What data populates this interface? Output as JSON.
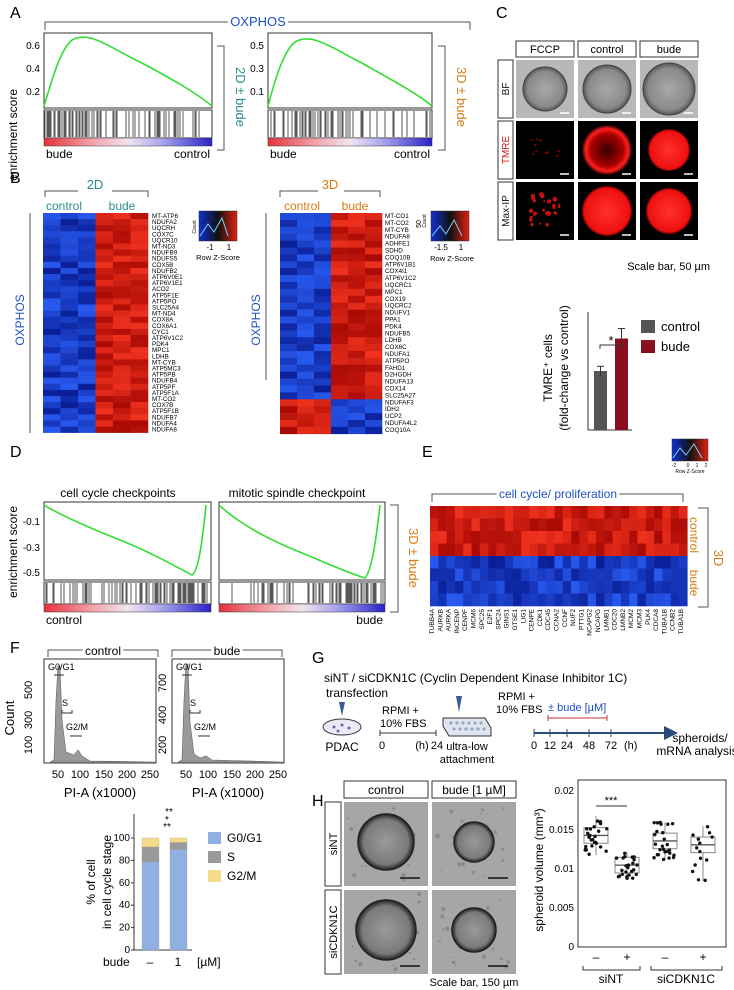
{
  "panels": {
    "A": "A",
    "B": "B",
    "C": "C",
    "D": "D",
    "E": "E",
    "F": "F",
    "G": "G",
    "H": "H"
  },
  "colors": {
    "blue_label": "#1f4fc8",
    "teal": "#2a8c8c",
    "orange": "#d97a14",
    "red": "#d81818",
    "gsea_line": "#33dd33",
    "dark_red": "#8a1020",
    "dark_gray": "#555555"
  },
  "panelA": {
    "title": "OXPHOS",
    "ylabel": "enrichment score",
    "left_ticks": [
      "0.6",
      "0.4",
      "0.2"
    ],
    "right_ticks": [
      "0.5",
      "0.3",
      "0.1"
    ],
    "label_2d": "2D ± bude",
    "label_3d": "3D ± bude",
    "x_left": "bude",
    "x_right": "control"
  },
  "panelB": {
    "title_2d": "2D",
    "title_3d": "3D",
    "col_control": "control",
    "col_bude": "bude",
    "side_label": "OXPHOS",
    "genes_2d": [
      "MT-ATP6",
      "NDUFA2",
      "UQCRH",
      "COX7C",
      "UQCR10",
      "MT-ND3",
      "NDUFB9",
      "NDUFS5",
      "COX5B",
      "NDUFB2",
      "ATP6V0E1",
      "ATP6V1E1",
      "ACO2",
      "ATP5F1E",
      "ATP5PO",
      "SLC25A4",
      "MT-ND4",
      "COX8A",
      "COX6A1",
      "CYC1",
      "ATP6V1C2",
      "PDK4",
      "MPC1",
      "LDHB",
      "MT-CYB",
      "ATP5MC3",
      "ATP5PB",
      "NDUFB4",
      "ATP5PF",
      "ATP5F1A",
      "MT-CO2",
      "COX7B",
      "ATP5F1B",
      "NDUFB7",
      "NDUFA4",
      "NDUFA8"
    ],
    "genes_3d": [
      "MT-CO1",
      "MT-CO2",
      "MT-CYB",
      "NDUFA8",
      "ADHFE1",
      "SDHD",
      "COQ10B",
      "ATP6V1B1",
      "COX4I1",
      "ATP6V1C2",
      "UQCRC1",
      "MPC1",
      "COX19",
      "UQCRC2",
      "NDUFV1",
      "PPA1",
      "PDK4",
      "NDUFB5",
      "LDHB",
      "COX6C",
      "NDUFA1",
      "ATP5PO",
      "FAHD1",
      "D2HGDH",
      "NDUFA13",
      "COX14",
      "SLC25A27",
      "NDUFAF3",
      "IDH2",
      "UCP2",
      "NDUFA4L2",
      "COQ10A"
    ],
    "key_2d": {
      "count": "Count",
      "ticks": [
        "-1",
        "1"
      ],
      "label": "Row Z-Score"
    },
    "key_3d": {
      "count": "Count",
      "count_tick": "50",
      "ticks": [
        "-1.5",
        "1"
      ],
      "label": "Row Z-Score"
    }
  },
  "panelC": {
    "cols": [
      "FCCP",
      "control",
      "bude"
    ],
    "rows": [
      "BF",
      "TMRE",
      "Max-IP"
    ],
    "scalebar": "Scale bar, 50 µm",
    "ylabel1": "TMRE⁺ cells",
    "ylabel2": "(fold-change vs control)",
    "sig": "*",
    "legend": [
      "control",
      "bude"
    ]
  },
  "panelD": {
    "ylabel": "enrichment score",
    "title_left": "cell cycle checkpoints",
    "title_right": "mitotic spindle checkpoint",
    "ticks": [
      "-0.1",
      "-0.3",
      "-0.5"
    ],
    "side": "3D ± bude",
    "x_left": "control",
    "x_right": "bude"
  },
  "panelE": {
    "title": "cell cycle/ proliferation",
    "rows": [
      "control",
      "bude"
    ],
    "side": "3D",
    "genes": [
      "TUBB4A",
      "AURKB",
      "AURKA",
      "INCENP",
      "CENPF",
      "MCM6",
      "SPC25",
      "E2F1",
      "SPC24",
      "GINS1",
      "GTSE1",
      "LIG1",
      "CENPE",
      "CDK1",
      "CDC45",
      "CCNA2",
      "CCNF",
      "NUF2",
      "PTTG1",
      "NCAPG2",
      "NCAPG",
      "LMNB1",
      "CDC20",
      "LMNB2",
      "MCM2",
      "MCM3",
      "PLK4",
      "CDCA8",
      "TUBA1B",
      "CCNB2",
      "TUBA1B"
    ],
    "key": {
      "ticks": [
        "-2",
        "0",
        "1",
        "2"
      ],
      "label": "Row Z-Score"
    }
  },
  "panelF": {
    "hist_titles": [
      "control",
      "bude"
    ],
    "hist_ylabel": "Count",
    "left_yticks": [
      "100",
      "300",
      "500"
    ],
    "right_yticks": [
      "200",
      "400",
      "700"
    ],
    "xticks": [
      "50",
      "100",
      "150",
      "200",
      "250"
    ],
    "xlabel": "PI-A (x1000)",
    "gates": [
      "G0/G1",
      "S",
      "G2/M"
    ],
    "bar_ylabel1": "% of cell",
    "bar_ylabel2": "in cell cycle stage",
    "bar_yticks": [
      "0",
      "20",
      "40",
      "60",
      "80",
      "100"
    ],
    "bar_x_label": "bude",
    "bar_x_values": [
      "–",
      "1"
    ],
    "bar_unit": "[µM]",
    "sig": [
      "**",
      "*",
      "**"
    ],
    "legend": [
      "G0/G1",
      "S",
      "G2/M"
    ]
  },
  "panelG": {
    "title": "siNT / siCDKN1C (Cyclin Dependent Kinase Inhibitor 1C)",
    "transfection": "transfection",
    "pdac": "PDAC",
    "rpmi1": "RPMI +",
    "fbs1": "10% FBS",
    "rpmi2": "RPMI +",
    "fbs2": "10% FBS",
    "ultra1": "ultra-low",
    "ultra2": "attachment",
    "t0": "0",
    "t24": "24",
    "unit_h": "(h)",
    "bude_range": "± bude [µM]",
    "timeline": [
      "0",
      "12",
      "24",
      "48",
      "72"
    ],
    "unit_h2": "(h)",
    "out1": "spheroids/",
    "out2": "mRNA analysis"
  },
  "panelH": {
    "cols": [
      "control",
      "bude [1 µM]"
    ],
    "rows": [
      "siNT",
      "siCDKN1C"
    ],
    "scalebar": "Scale bar, 150 µm",
    "ylabel": "spheroid volume (mm³)",
    "yticks": [
      "0",
      "0.005",
      "0.01",
      "0.015",
      "0.02"
    ],
    "xvals": [
      "–",
      "+",
      "–",
      "+"
    ],
    "groups": [
      "siNT",
      "siCDKN1C"
    ],
    "sig": "***"
  },
  "chart_data": [
    {
      "type": "bar",
      "title": "",
      "categories": [
        "control",
        "bude"
      ],
      "values": [
        1.0,
        1.55
      ],
      "errors": [
        0.08,
        0.17
      ],
      "ylabel": "TMRE⁺ cells (fold-change vs control)",
      "ylim": [
        0,
        2
      ],
      "legend": "top-right"
    },
    {
      "type": "bar",
      "title": "",
      "categories": [
        "–",
        "1"
      ],
      "series": [
        {
          "name": "G0/G1",
          "values": [
            79,
            90
          ]
        },
        {
          "name": "S",
          "values": [
            13,
            6
          ]
        },
        {
          "name": "G2/M",
          "values": [
            8,
            4
          ]
        }
      ],
      "ylabel": "% of cell in cell cycle stage",
      "ylim": [
        0,
        100
      ],
      "stacked": true
    },
    {
      "type": "scatter",
      "title": "",
      "categories": [
        "siNT –",
        "siNT +",
        "siCDKN1C –",
        "siCDKN1C +"
      ],
      "medians": [
        0.0143,
        0.0105,
        0.0136,
        0.0131
      ],
      "ylabel": "spheroid volume (mm³)",
      "ylim": [
        0,
        0.02
      ]
    }
  ]
}
